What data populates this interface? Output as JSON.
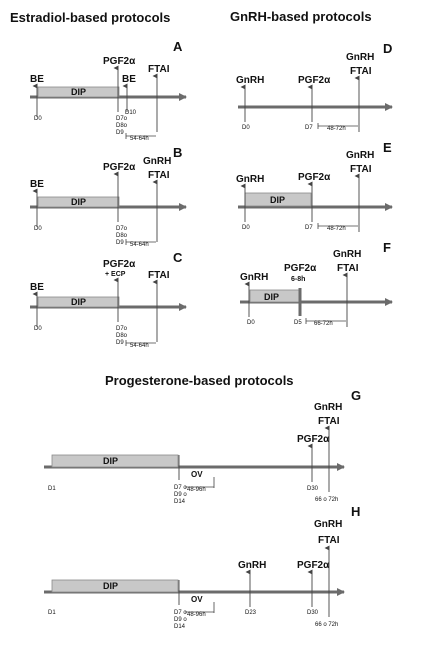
{
  "titles": {
    "estradiol": "Estradiol-based protocols",
    "gnrh": "GnRH-based protocols",
    "progesterone": "Progesterone-based protocols"
  },
  "panels": {
    "A": {
      "letter": "A",
      "start": "BE",
      "device": "DIP",
      "pgf": "PGF2α",
      "be2": "BE",
      "ftai": "FTAI",
      "d0": "D0",
      "d7": "D7o",
      "d8": "D8o",
      "d9": "D9",
      "d10": "D10",
      "interval": "54-64h"
    },
    "B": {
      "letter": "B",
      "start": "BE",
      "device": "DIP",
      "pgf": "PGF2α",
      "gnrh": "GnRH",
      "ftai": "FTAI",
      "d0": "D0",
      "d7": "D7o",
      "d8": "D8o",
      "d9": "D9",
      "interval": "54-64h"
    },
    "C": {
      "letter": "C",
      "start": "BE",
      "device": "DIP",
      "pgf": "PGF2α",
      "ecp": "+ ECP",
      "ftai": "FTAI",
      "d0": "D0",
      "d7": "D7o",
      "d8": "D8o",
      "d9": "D9",
      "interval": "54-64h"
    },
    "D": {
      "letter": "D",
      "gnrh1": "GnRH",
      "pgf": "PGF2α",
      "gnrh2": "GnRH",
      "ftai": "FTAI",
      "d0": "D0",
      "d7": "D7",
      "interval": "48-72h"
    },
    "E": {
      "letter": "E",
      "gnrh1": "GnRH",
      "device": "DIP",
      "pgf": "PGF2α",
      "gnrh2": "GnRH",
      "ftai": "FTAI",
      "d0": "D0",
      "d7": "D7",
      "interval": "48-72h"
    },
    "F": {
      "letter": "F",
      "gnrh1": "GnRH",
      "device": "DIP",
      "pgf": "PGF2α",
      "pgf_sub": "6-8h",
      "gnrh2": "GnRH",
      "ftai": "FTAI",
      "d0": "D0",
      "d5": "D5",
      "interval": "66-72h"
    },
    "G": {
      "letter": "G",
      "device": "DIP",
      "ov": "OV",
      "pgf": "PGF2α",
      "gnrh": "GnRH",
      "ftai": "FTAI",
      "d1": "D1",
      "d7": "D7 o",
      "d9": "D9 o",
      "d14": "D14",
      "interval": "48-96h",
      "d30": "D30",
      "t": "66 o 72h"
    },
    "H": {
      "letter": "H",
      "device": "DIP",
      "ov": "OV",
      "gnrh1": "GnRH",
      "pgf": "PGF2α",
      "gnrh2": "GnRH",
      "ftai": "FTAI",
      "d1": "D1",
      "d7": "D7 o",
      "d9": "D9 o",
      "d14": "D14",
      "interval": "48-96h",
      "d23": "D23",
      "d30": "D30",
      "t": "66 o 72h"
    }
  },
  "colors": {
    "axis": "#6b6b6b",
    "device_fill": "#c8c8c8",
    "device_stroke": "#8a8a8a",
    "tick": "#444444",
    "text": "#111111"
  }
}
